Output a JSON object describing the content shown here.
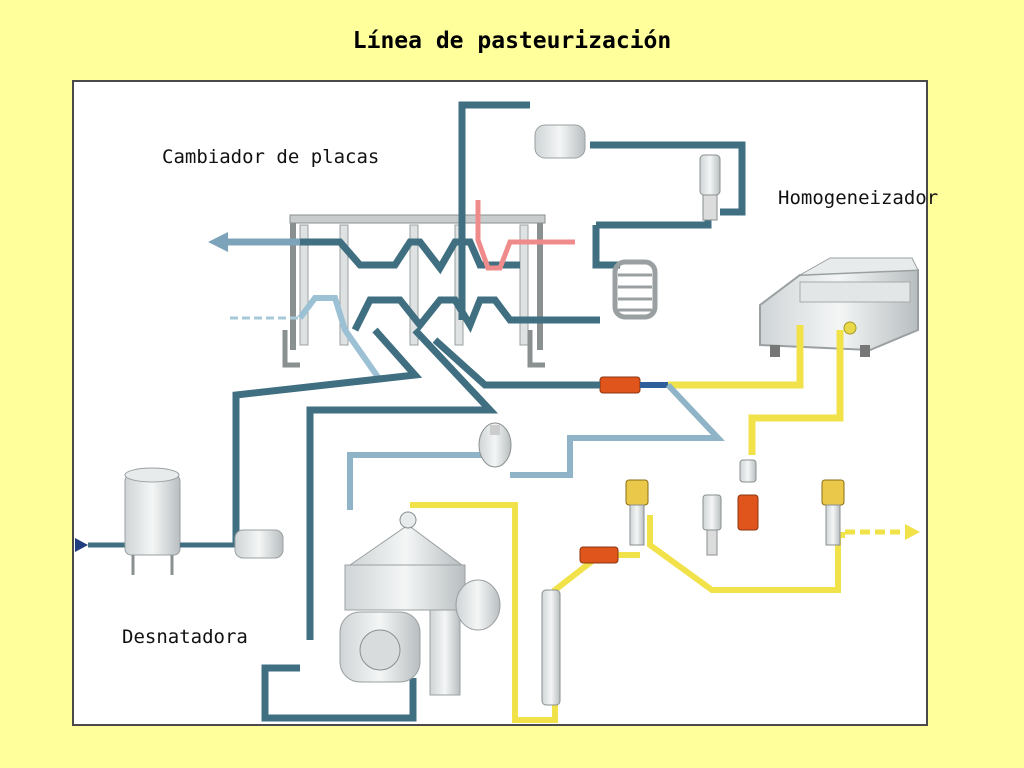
{
  "title": "Línea de pasteurización",
  "labels": {
    "plate_exchanger": "Cambiador de placas",
    "homogenizer": "Homogeneizador",
    "separator": "Desnatadora"
  },
  "colors": {
    "background": "#ffff9c",
    "frame": "#ffffff",
    "raw_milk_pipe": "#3f6f80",
    "return_pipe": "#8fb4c8",
    "product_pipe": "#f2e24a",
    "hot_water_pipe": "#f08080",
    "flow_meter": "#e0551b"
  }
}
